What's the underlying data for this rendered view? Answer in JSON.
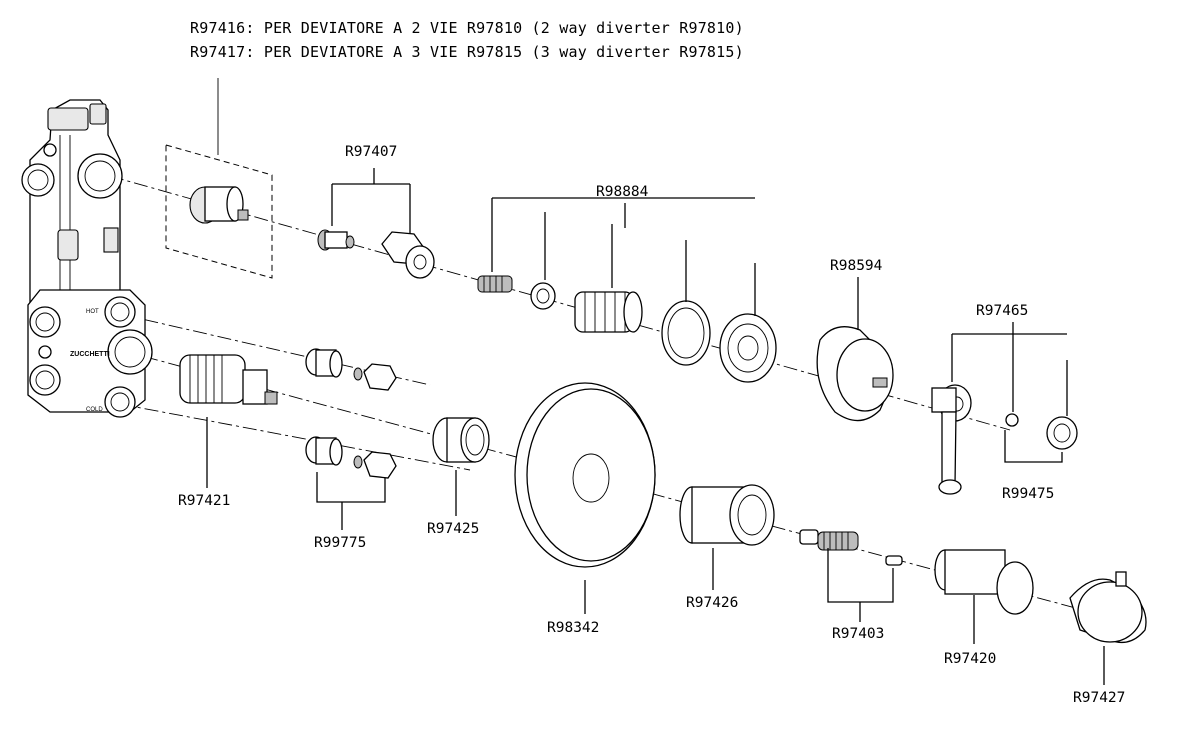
{
  "header": {
    "line1": "R97416: PER DEVIATORE A 2 VIE R97810 (2 way diverter R97810)",
    "line2": "R97417: PER DEVIATORE A 3 VIE R97815 (3 way diverter R97815)"
  },
  "body_markings": {
    "hot": "HOT",
    "brand": "ZUCCHETTI",
    "cold": "COLD"
  },
  "parts": {
    "r97407": "R97407",
    "r98884": "R98884",
    "r98594": "R98594",
    "r97465": "R97465",
    "r97421": "R97421",
    "r99775": "R99775",
    "r97425": "R97425",
    "r98342": "R98342",
    "r97426": "R97426",
    "r97403": "R97403",
    "r97420": "R97420",
    "r97427": "R97427",
    "r99475": "R99475"
  }
}
